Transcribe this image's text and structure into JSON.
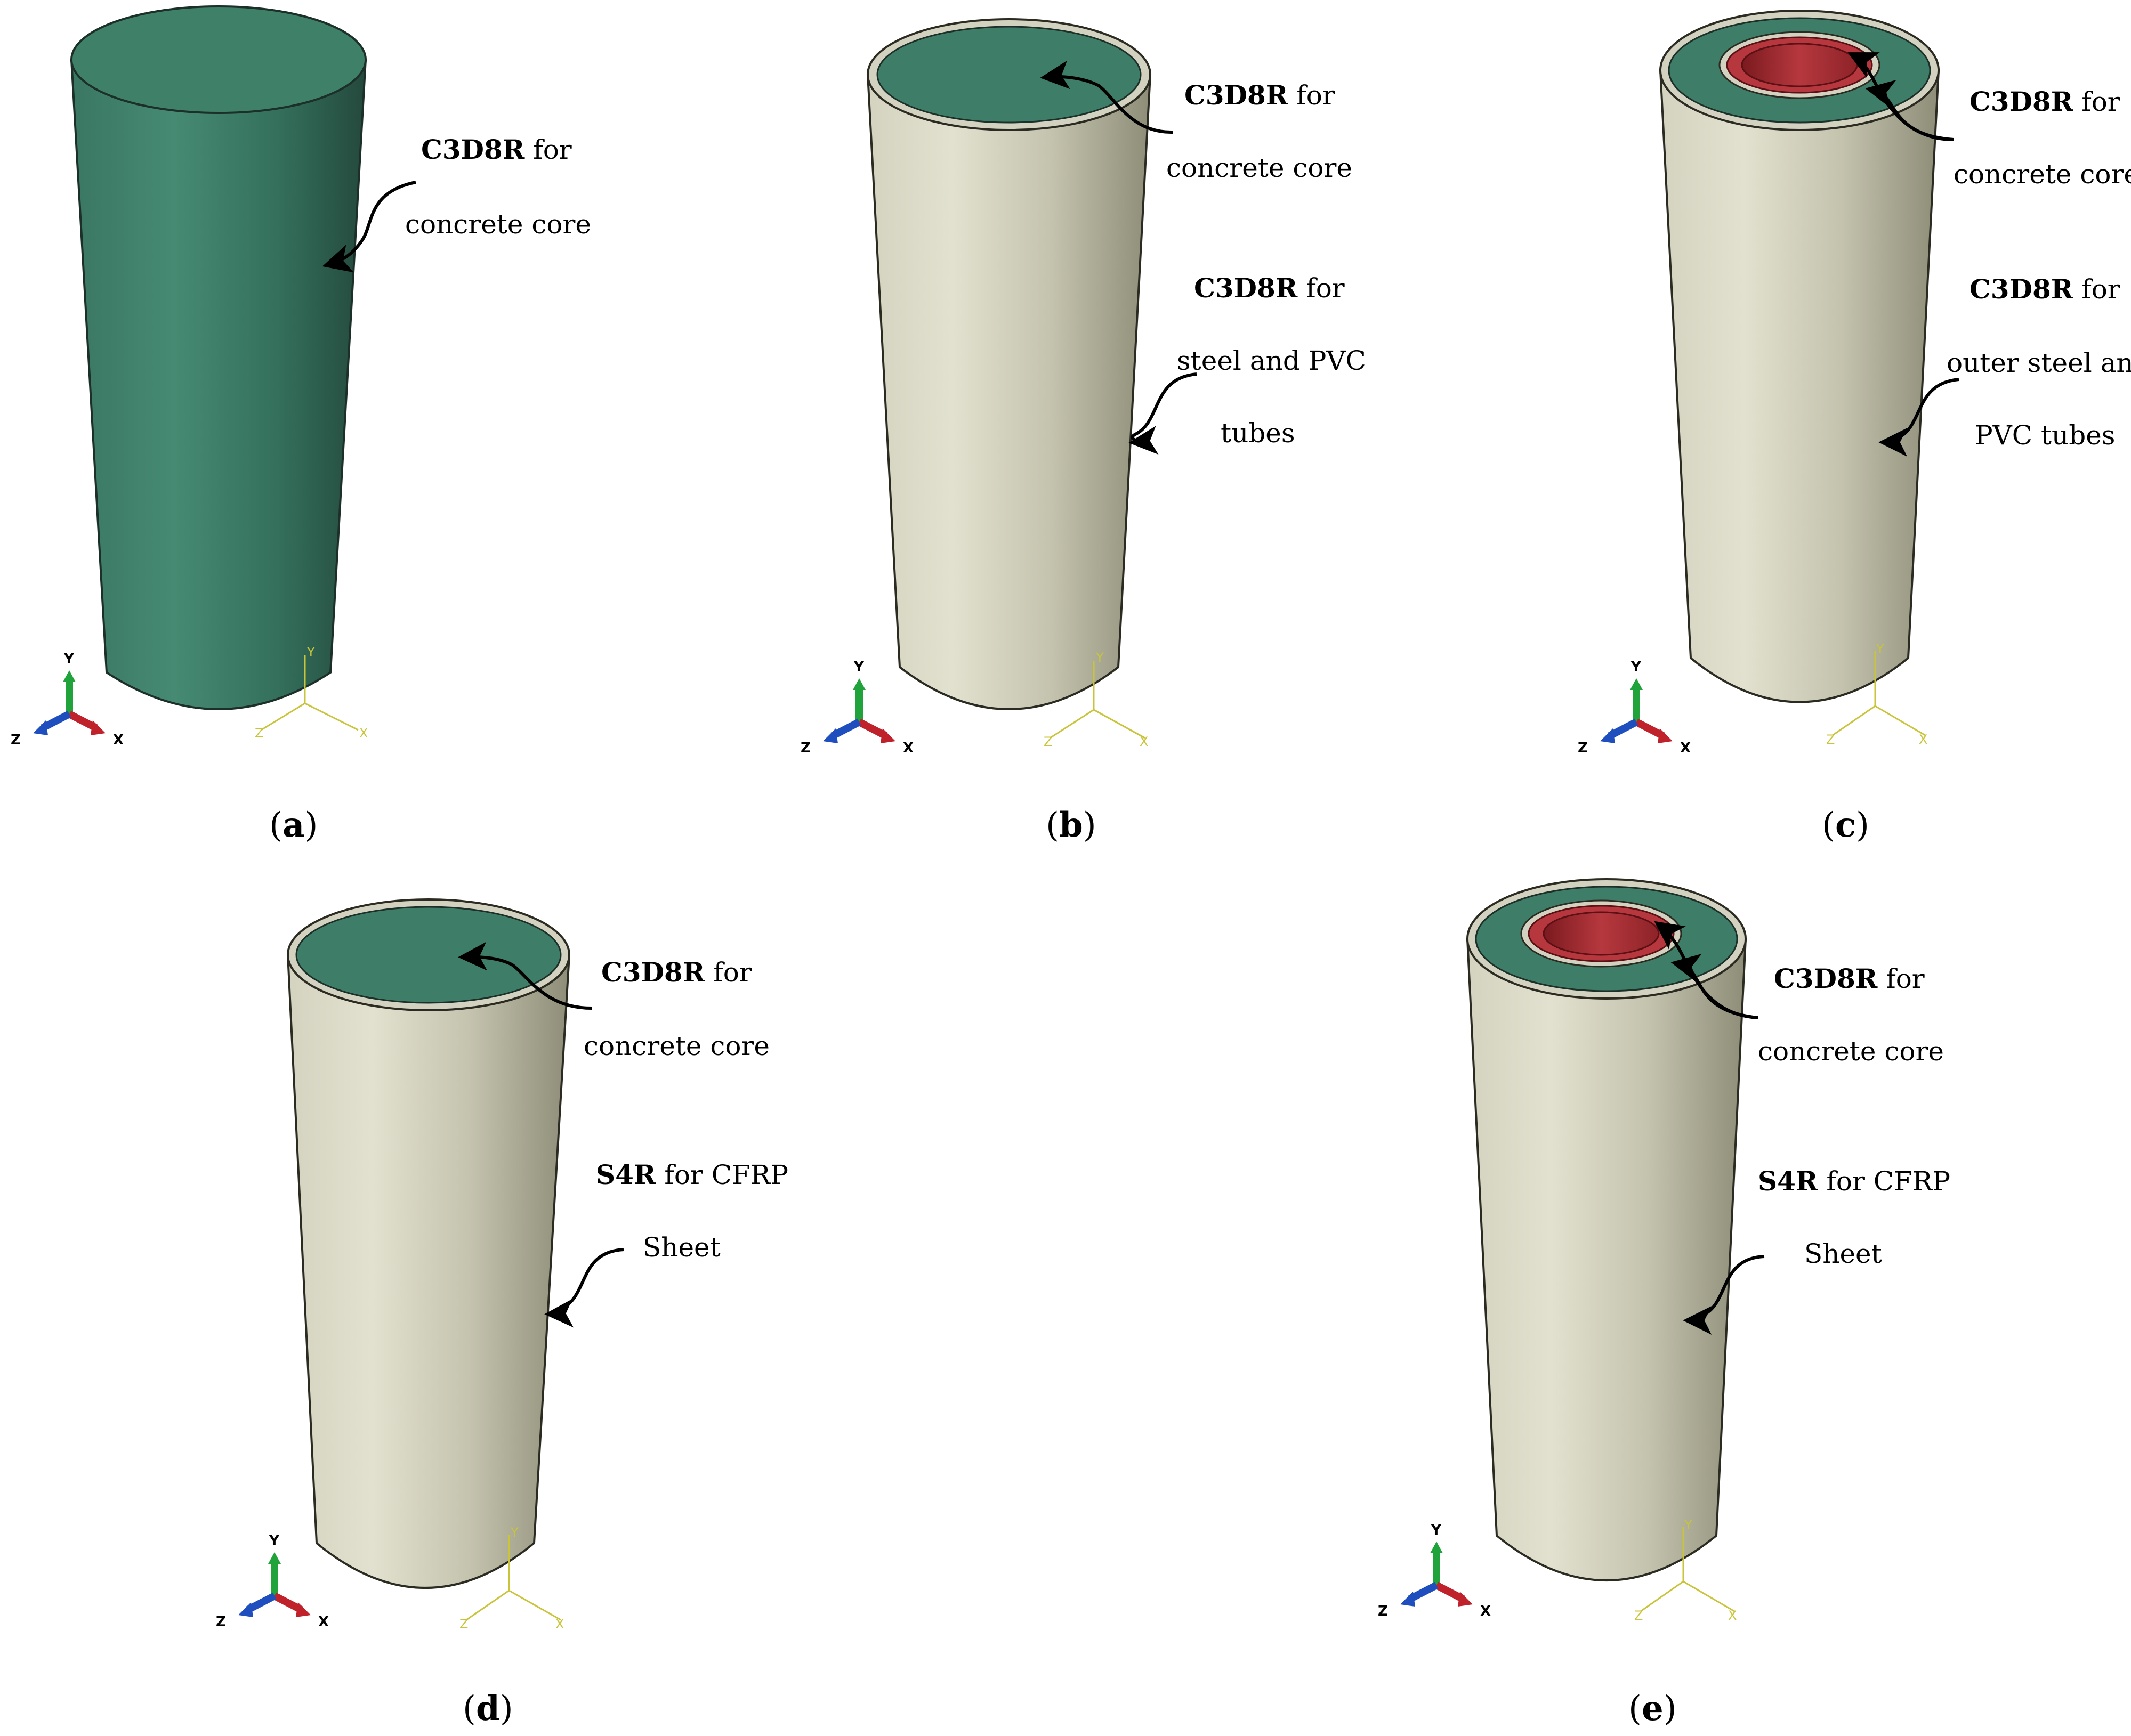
{
  "colors": {
    "concrete_green": "#3e7e69",
    "tube_beige": "#c9c8b6",
    "pvc_red": "#b6383e",
    "arrow": "#000000",
    "axis_x": "#c0222b",
    "axis_y": "#1fa33a",
    "axis_z": "#1f4fbf",
    "local_axis": "#c9c43a"
  },
  "panels": [
    {
      "id": "a",
      "caption_open": "(",
      "caption_letter": "a",
      "caption_close": ")",
      "labels": [
        {
          "bold": "C3D8R",
          "rest": " for",
          "line2": "concrete core"
        }
      ],
      "triad": {
        "x": "X",
        "y": "Y",
        "z": "Z"
      },
      "local_axes": {
        "x": "X",
        "y": "Y",
        "z": "Z"
      }
    },
    {
      "id": "b",
      "caption_open": "(",
      "caption_letter": "b",
      "caption_close": ")",
      "labels": [
        {
          "bold": "C3D8R",
          "rest": " for",
          "line2": "concrete core"
        },
        {
          "bold": "C3D8R",
          "rest": " for",
          "line2": "steel and PVC",
          "line3": "tubes"
        }
      ],
      "triad": {
        "x": "X",
        "y": "Y",
        "z": "Z"
      },
      "local_axes": {
        "x": "X",
        "y": "Y",
        "z": "Z"
      }
    },
    {
      "id": "c",
      "caption_open": "(",
      "caption_letter": "c",
      "caption_close": ")",
      "labels": [
        {
          "bold": "C3D8R",
          "rest": " for",
          "line2": "concrete core"
        },
        {
          "bold": "C3D8R",
          "rest": " for",
          "line2": "outer steel and",
          "line3": "PVC tubes"
        }
      ],
      "triad": {
        "x": "X",
        "y": "Y",
        "z": "Z"
      },
      "local_axes": {
        "x": "X",
        "y": "Y",
        "z": "Z"
      }
    },
    {
      "id": "d",
      "caption_open": "(",
      "caption_letter": "d",
      "caption_close": ")",
      "labels": [
        {
          "bold": "C3D8R",
          "rest": " for",
          "line2": "concrete core"
        },
        {
          "bold": "S4R",
          "rest": " for CFRP",
          "line2": "Sheet"
        }
      ],
      "triad": {
        "x": "X",
        "y": "Y",
        "z": "Z"
      },
      "local_axes": {
        "x": "X",
        "y": "Y",
        "z": "Z"
      }
    },
    {
      "id": "e",
      "caption_open": "(",
      "caption_letter": "e",
      "caption_close": ")",
      "labels": [
        {
          "bold": "C3D8R",
          "rest": " for",
          "line2": "concrete core"
        },
        {
          "bold": "S4R",
          "rest": " for CFRP",
          "line2": "Sheet"
        }
      ],
      "triad": {
        "x": "X",
        "y": "Y",
        "z": "Z"
      },
      "local_axes": {
        "x": "X",
        "y": "Y",
        "z": "Z"
      }
    }
  ]
}
